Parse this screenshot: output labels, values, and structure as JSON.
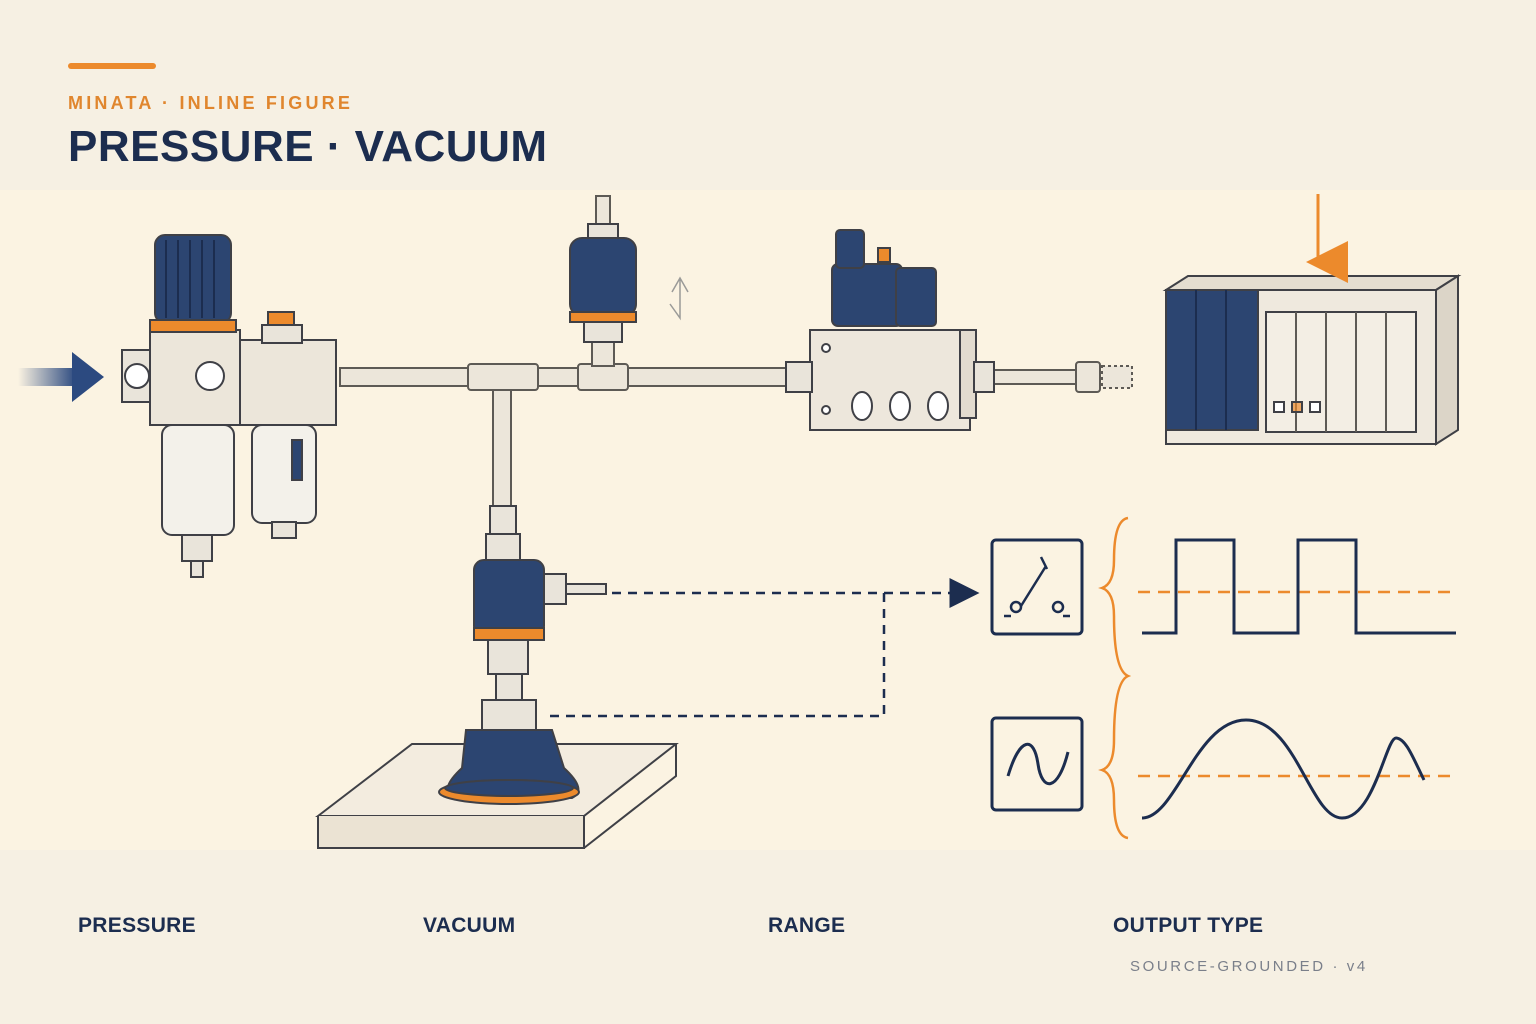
{
  "header": {
    "eyebrow": "MINATA · INLINE FIGURE",
    "title": "PRESSURE · VACUUM"
  },
  "footer": {
    "labels": [
      "PRESSURE",
      "VACUUM",
      "RANGE",
      "OUTPUT TYPE"
    ],
    "watermark": "SOURCE-GROUNDED · v4"
  },
  "colors": {
    "navy": "#1c2d4f",
    "orange": "#ec8a2c",
    "background": "#f6f0e3",
    "sketch": "#5d5a55"
  },
  "icons": {
    "switch": "switch-output-icon",
    "analog": "analog-wave-icon"
  }
}
